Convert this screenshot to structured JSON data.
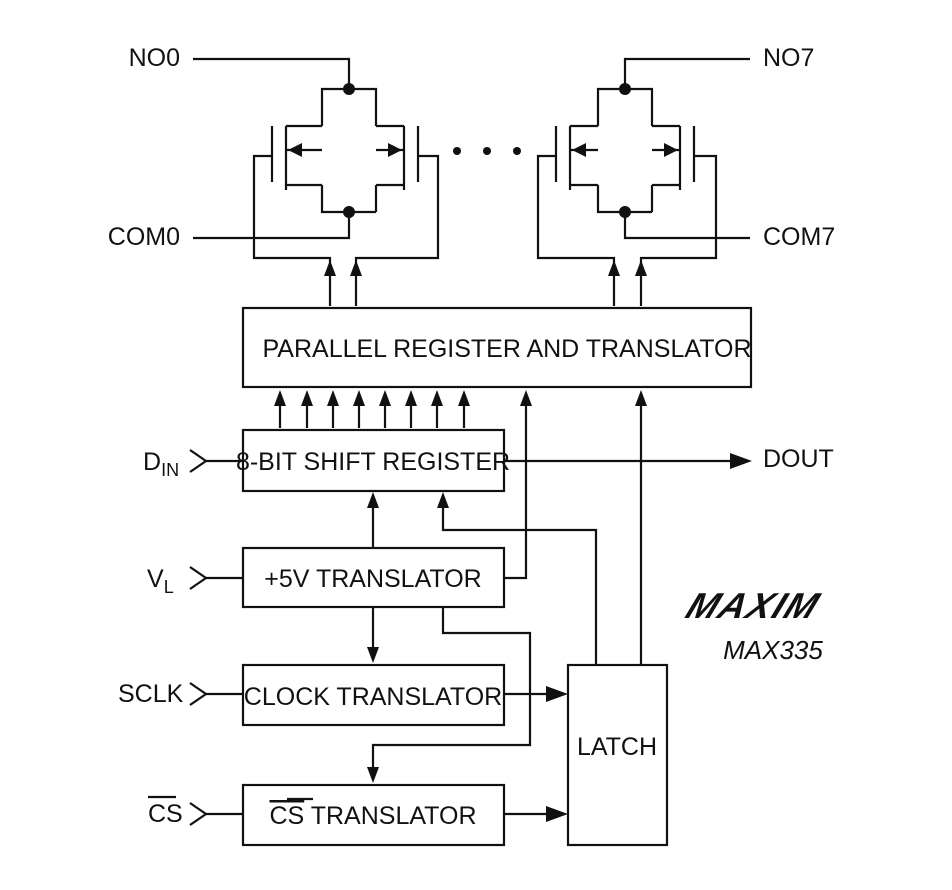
{
  "pins": {
    "no0": "NO0",
    "no7": "NO7",
    "com0": "COM0",
    "com7": "COM7",
    "din_main": "D",
    "din_sub": "IN",
    "vl_main": "V",
    "vl_sub": "L",
    "sclk": "SCLK",
    "cs": "CS",
    "dout": "DOUT"
  },
  "blocks": {
    "parallel_register": "PARALLEL REGISTER AND TRANSLATOR",
    "shift_register": "8-BIT SHIFT REGISTER",
    "v5_translator": "+5V TRANSLATOR",
    "clock_translator": "CLOCK TRANSLATOR",
    "cs_translator_prefix": "CS",
    "cs_translator_suffix": " TRANSLATOR",
    "latch": "LATCH"
  },
  "brand": {
    "logo": "MAXIM",
    "part_number": "MAX335"
  }
}
